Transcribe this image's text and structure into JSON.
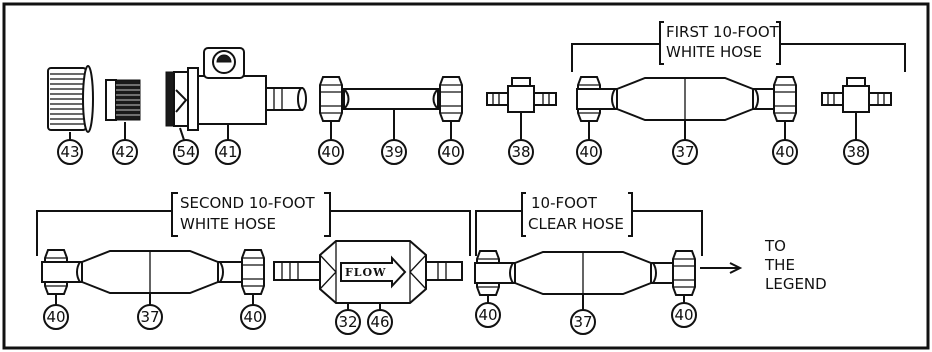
{
  "callouts": {
    "c43": "43",
    "c42": "42",
    "c54": "54",
    "c41": "41",
    "c40a": "40",
    "c39": "39",
    "c40b": "40",
    "c38a": "38",
    "c40c": "40",
    "c37a": "37",
    "c40d": "40",
    "c38b": "38",
    "c40e": "40",
    "c37b": "37",
    "c40f": "40",
    "c32": "32",
    "c46": "46",
    "c40g": "40",
    "c37c": "37",
    "c40h": "40"
  },
  "labels": {
    "first_hose_line1": "FIRST 10-FOOT",
    "first_hose_line2": "WHITE HOSE",
    "second_hose_line1": "SECOND 10-FOOT",
    "second_hose_line2": "WHITE HOSE",
    "clear_hose_line1": "10-FOOT",
    "clear_hose_line2": "CLEAR HOSE",
    "to_legend_line1": "TO",
    "to_legend_line2": "THE",
    "to_legend_line3": "LEGEND",
    "flow_text": "FLOW"
  }
}
